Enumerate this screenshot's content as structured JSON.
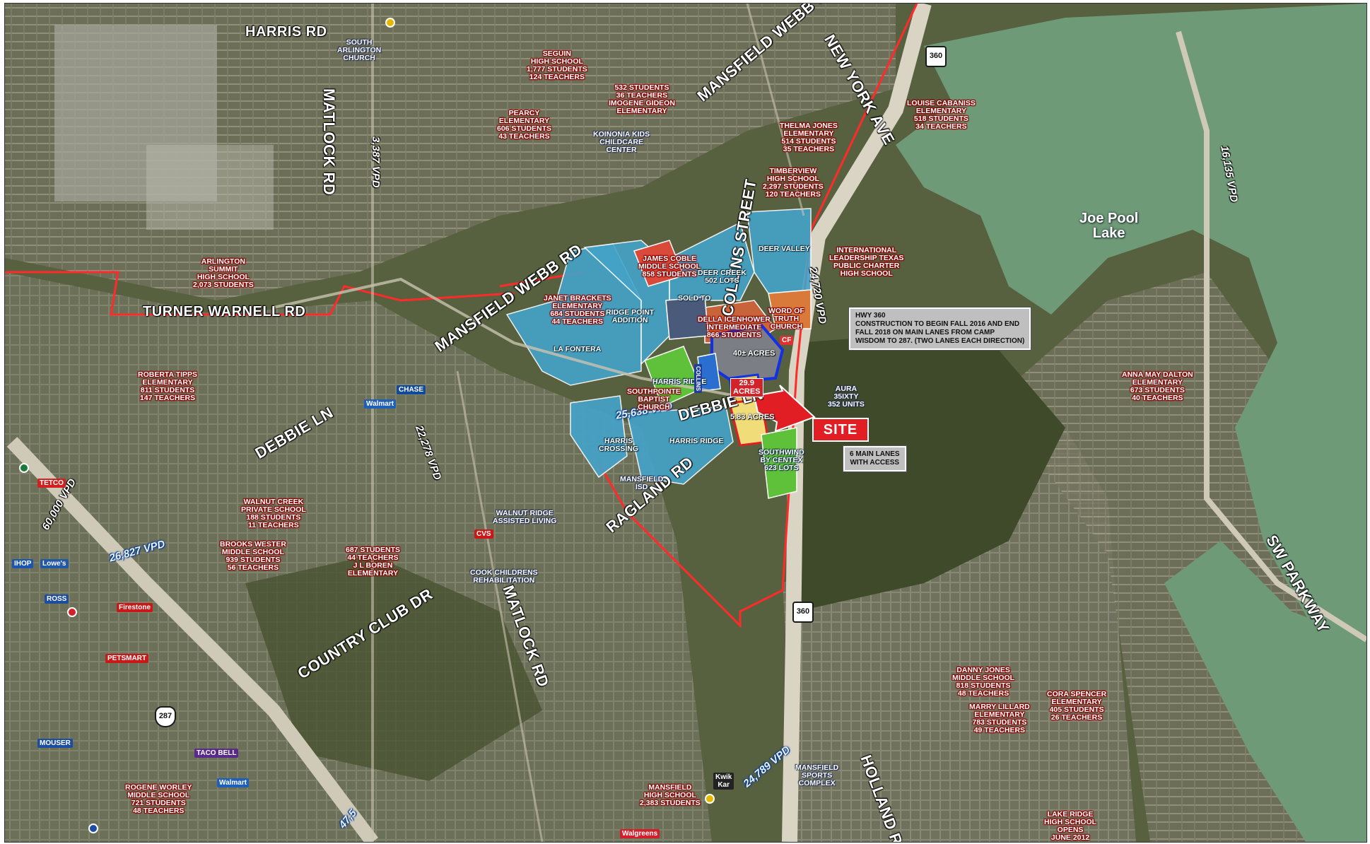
{
  "map": {
    "lake_name": "Joe Pool\nLake",
    "site_label": "SITE",
    "roads": {
      "harris_rd": "HARRIS RD",
      "matlock_rd_north": "MATLOCK RD",
      "mansfield_webb_rd_north": "MANSFIELD WEBB RD",
      "new_york_ave": "NEW YORK AVE",
      "collins_street": "COLLINS STREET",
      "turner_warnell_rd": "TURNER WARNELL RD",
      "mansfield_webb_rd_west": "MANSFIELD WEBB RD",
      "debbie_ln_east": "DEBBIE LN",
      "debbie_ln_west": "DEBBIE LN",
      "ragland_rd": "RAGLAND RD",
      "country_club_dr": "COUNTRY CLUB DR",
      "matlock_rd_south": "MATLOCK RD",
      "holland_rd": "HOLLAND RD",
      "sw_parkway": "SW PARKWAY"
    },
    "traffic": {
      "matlock": "3,387 VPD",
      "hwy360_north": "24,720 VPD",
      "lake_bridge": "16,135 VPD",
      "debbie_ln": "25,638 VPD",
      "matlock_mid": "22,278 VPD",
      "hwy287_north": "60,000 VPD",
      "hwy287_mid": "26,827 VPD",
      "hwy360_south": "24,789 VPD",
      "hwy287_south": "47,5"
    },
    "shields": {
      "hwy360_top": "360",
      "hwy360_bottom": "360",
      "us287": "287"
    },
    "callouts": {
      "hwy360_note": "HWY 360\nCONSTRUCTION TO BEGIN FALL 2016 AND END\nFALL 2018 ON MAIN LANES FROM CAMP\nWISDOM TO 287. (TWO LANES EACH DIRECTION)",
      "main_lanes": "6 MAIN LANES\nWITH ACCESS"
    },
    "parcels": {
      "acres_40": "40± ACRES",
      "acres_29": "29.9\nACRES",
      "acres_5": "5.83 ACRES"
    },
    "poi": {
      "south_arlington_church": "SOUTH\nARLINGTON\nCHURCH",
      "seguin_hs": "SEGUIN\nHIGH SCHOOL\n1,777 STUDENTS\n124 TEACHERS",
      "gideon": "532 STUDENTS\n36 TEACHERS\nIMOGENE GIDEON\nELEMENTARY",
      "pearcy": "PEARCY\nELEMENTARY\n606 STUDENTS\n43 TEACHERS",
      "koinonia": "KOINONIA KIDS\nCHILDCARE\nCENTER",
      "thelma_jones": "THELMA JONES\nELEMENTARY\n514 STUDENTS\n35 TEACHERS",
      "timberview": "TIMBERVIEW\nHIGH SCHOOL\n2,297 STUDENTS\n120 TEACHERS",
      "louise_cabaniss": "LOUISE CABANISS\nELEMENTARY\n518 STUDENTS\n34 TEACHERS",
      "arlington_summit": "ARLINGTON\nSUMMIT\nHIGH SCHOOL\n2,073 STUDENTS",
      "james_coble": "JAMES COBLE\nMIDDLE SCHOOL\n858 STUDENTS",
      "deer_creek": "DEER CREEK\n502 LOTS",
      "deer_valley": "DEER VALLEY",
      "ilt": "INTERNATIONAL\nLEADERSHIP TEXAS\nPUBLIC CHARTER\nHIGH SCHOOL",
      "janet_brackets": "JANET BRACKETS\nELEMENTARY\n684 STUDENTS\n44 TEACHERS",
      "ridge_point": "RIDGE POINT\nADDITION",
      "sold_to": "SOLD TO",
      "della_icenhower": "DELLA ICENHOWER\nINTERMEDIATE\n866 STUDENTS",
      "word_of_truth": "WORD OF\nTRUTH\nCHURCH",
      "la_fontera": "LA FONTERA",
      "roberta_tipps": "ROBERTA TIPPS\nELEMENTARY\n811 STUDENTS\n147 TEACHERS",
      "harris_ridge_n": "HARRIS RIDGE",
      "southpointe": "SOUTHPOINTE\nBAPTIST\nCHURCH",
      "aura": "AURA\n35IXTY\n352 UNITS",
      "anna_may_dalton": "ANNA MAY DALTON\nELEMENTARY\n673 STUDENTS\n40 TEACHERS",
      "harris_crossing": "HARRIS\nCROSSING",
      "harris_ridge_s": "HARRIS RIDGE",
      "southwind": "SOUTHWIND\nBY CENTEX\n623 LOTS",
      "mansfield_isd": "MANSFIELD\nISD",
      "walnut_creek": "WALNUT CREEK\nPRIVATE SCHOOL\n188 STUDENTS\n11 TEACHERS",
      "walnut_ridge": "WALNUT RIDGE\nASSISTED LIVING",
      "brooks_wester": "BROOKS WESTER\nMIDDLE SCHOOL\n939 STUDENTS\n56 TEACHERS",
      "jl_boren": "687 STUDENTS\n44 TEACHERS\nJ L BOREN\nELEMENTARY",
      "cook_childrens": "COOK CHILDRENS\nREHABILITATION",
      "danny_jones": "DANNY JONES\nMIDDLE SCHOOL\n818 STUDENTS\n48 TEACHERS",
      "cora_spencer": "CORA SPENCER\nELEMENTARY\n405 STUDENTS\n26 TEACHERS",
      "marry_lillard": "MARRY LILLARD\nELEMENTARY\n783 STUDENTS\n49 TEACHERS",
      "rogene_worley": "ROGENE WORLEY\nMIDDLE SCHOOL\n721 STUDENTS\n48 TEACHERS",
      "mansfield_hs": "MANSFIELD\nHIGH SCHOOL\n2,383 STUDENTS",
      "mansfield_sports": "MANSFIELD\nSPORTS\nCOMPLEX",
      "lake_ridge": "LAKE RIDGE\nHIGH SCHOOL\nOPENS\nJUNE 2012"
    },
    "brands": {
      "walmart_n": "Walmart",
      "chase": "CHASE",
      "cvs": "CVS",
      "ihop": "IHOP",
      "lowes": "Lowe's",
      "ross": "ROSS",
      "firestone": "Firestone",
      "petsmart": "PETSMART",
      "taco_bell": "TACO BELL",
      "mouser": "MOUSER",
      "walmart_s": "Walmart",
      "walgreens": "Walgreens",
      "kwik_kar": "Kwik\nKar",
      "tetco": "TETCO",
      "collins_logo": "COLLINS",
      "cf_logo": "CF"
    }
  }
}
